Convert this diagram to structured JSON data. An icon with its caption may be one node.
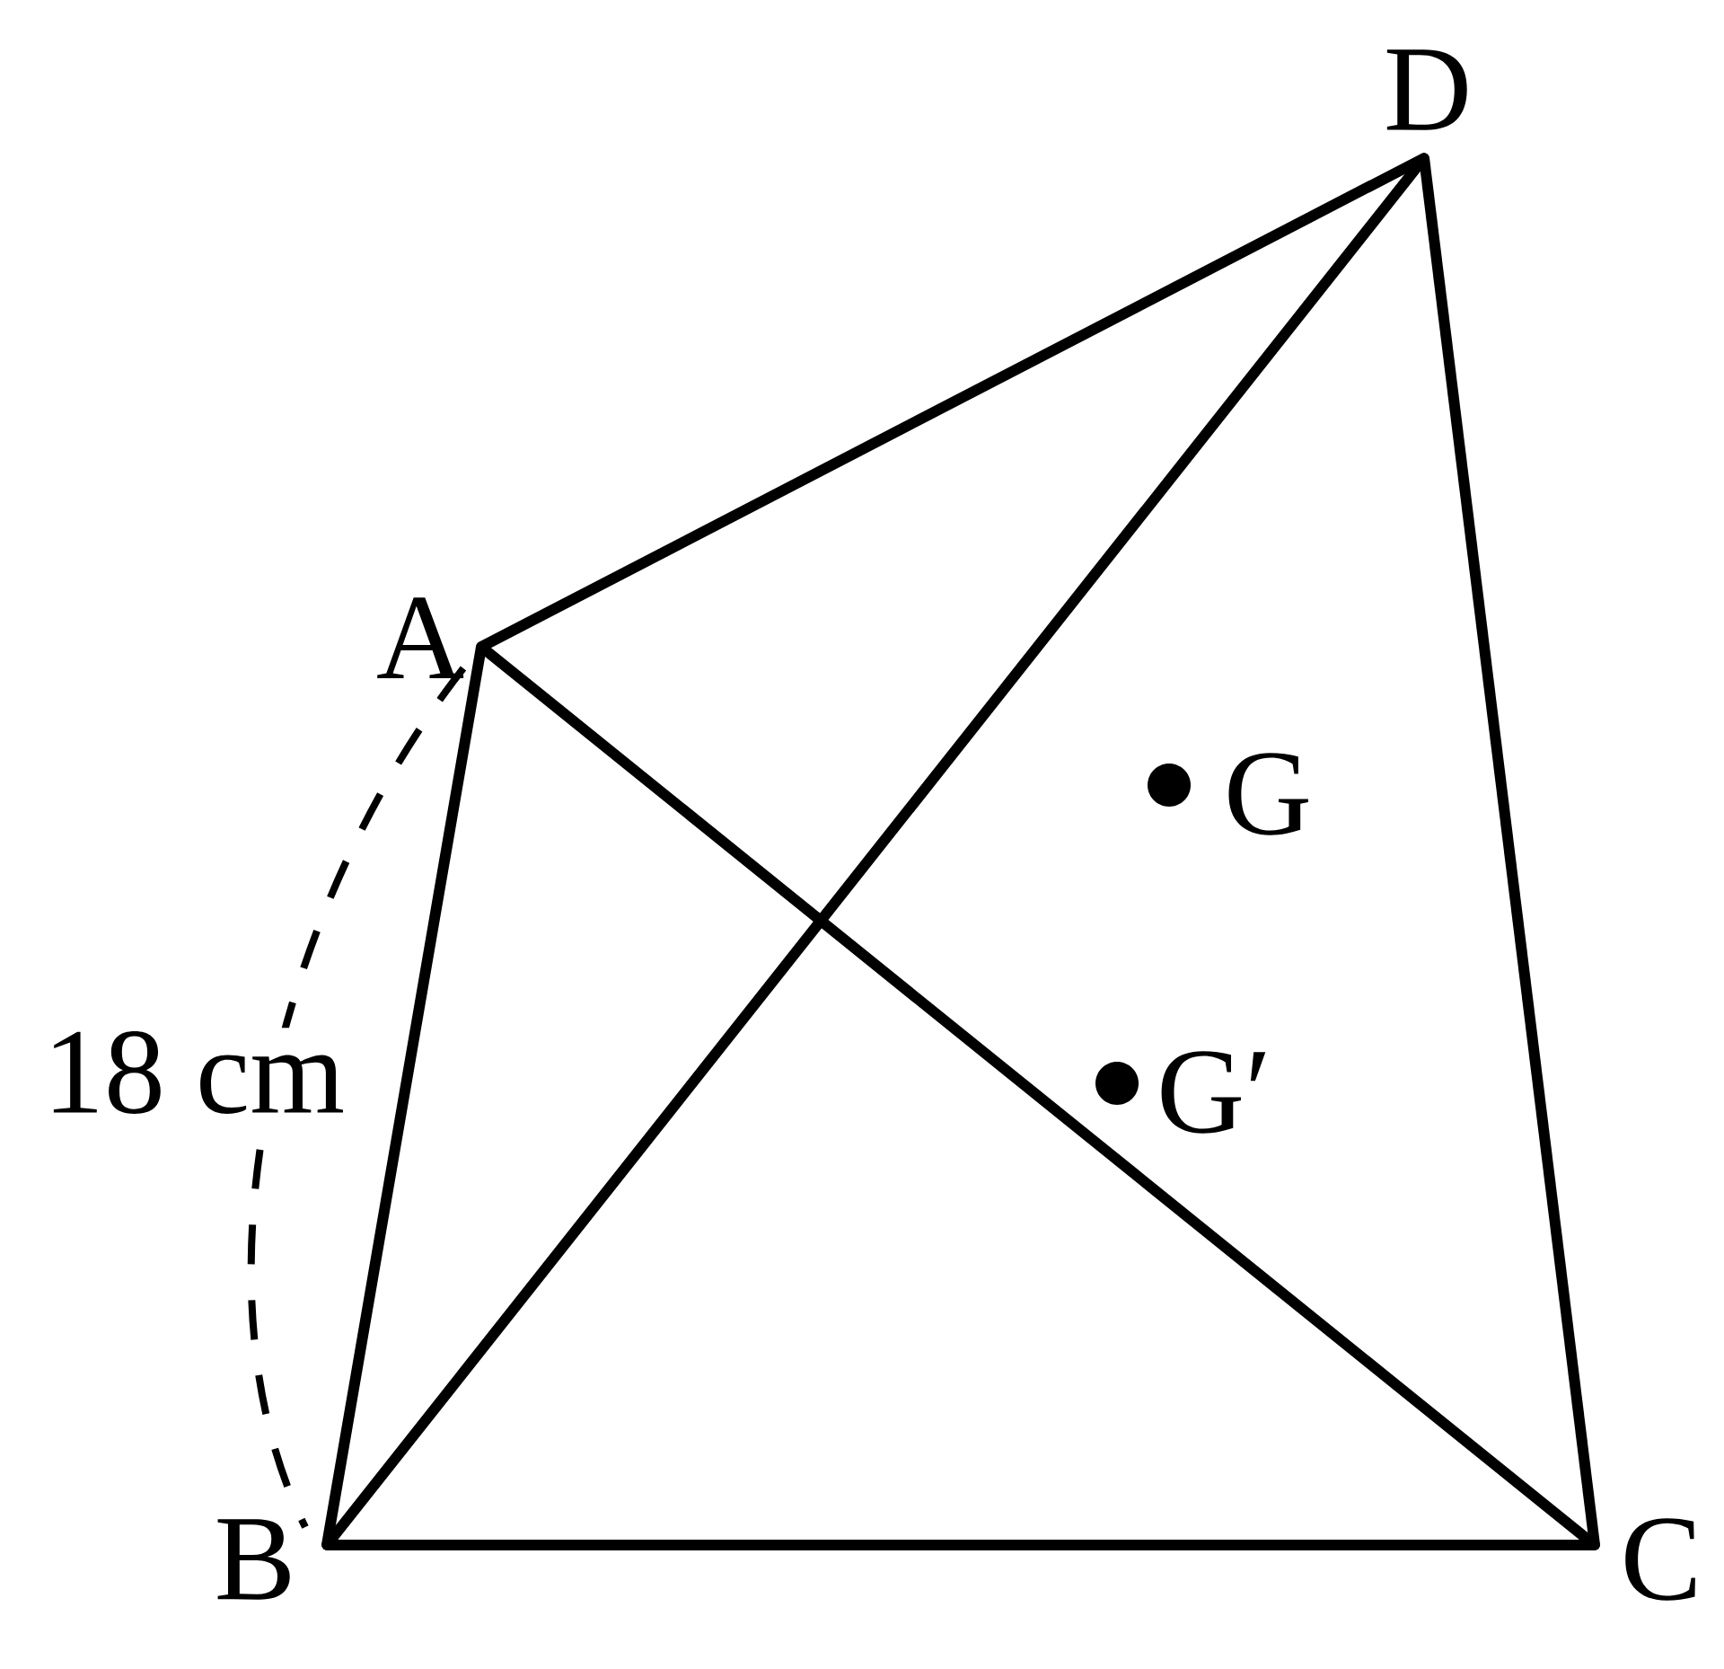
{
  "diagram": {
    "nodes": [
      {
        "text": [
          "A"
        ]
      },
      {
        "text": [
          "B"
        ]
      },
      {
        "text": [
          "C"
        ]
      },
      {
        "text": [
          "D"
        ]
      }
    ],
    "edges": [
      {
        "from": 0,
        "to": 1,
        "arrow": "none"
      },
      {
        "from": 1,
        "to": 2,
        "arrow": "none"
      },
      {
        "from": 2,
        "to": 3,
        "arrow": "none"
      },
      {
        "from": 3,
        "to": 0,
        "arrow": "none"
      },
      {
        "from": 0,
        "to": 2,
        "arrow": "none"
      },
      {
        "from": 1,
        "to": 3,
        "arrow": "none"
      }
    ],
    "labels": [
      "G",
      "18 cm",
      "G′"
    ]
  }
}
